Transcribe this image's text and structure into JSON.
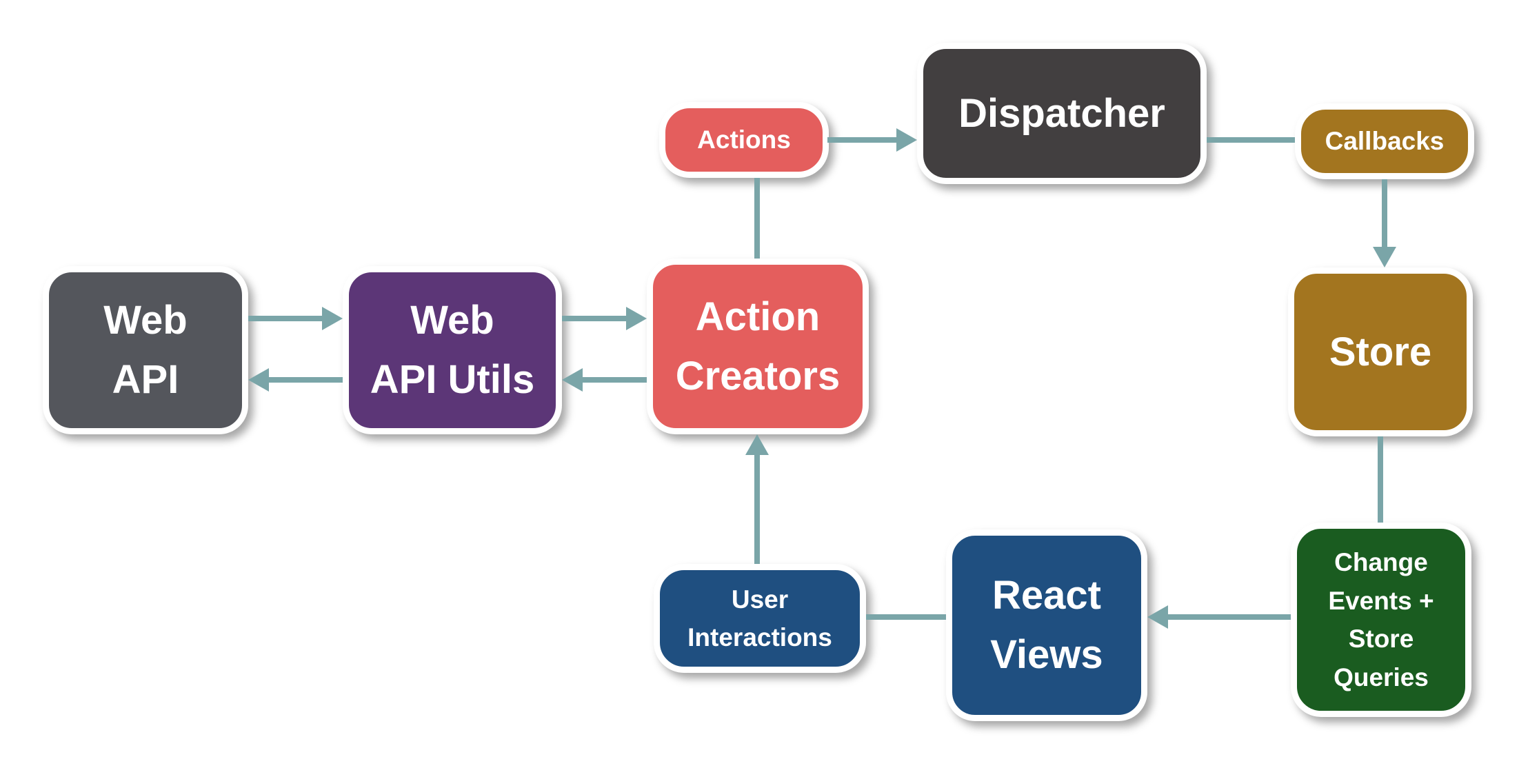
{
  "diagram": {
    "type": "flowchart",
    "background_color": "#ffffff",
    "arrow_color": "#7AA5A8",
    "node_border_color": "#ffffff",
    "node_text_color": "#ffffff",
    "nodes": {
      "web_api": {
        "label": "Web API",
        "label_lines": [
          "Web",
          "API"
        ],
        "color": "#54565C"
      },
      "web_api_utils": {
        "label": "Web API Utils",
        "label_lines": [
          "Web",
          "API Utils"
        ],
        "color": "#5C3677"
      },
      "action_creators": {
        "label": "Action Creators",
        "label_lines": [
          "Action",
          "Creators"
        ],
        "color": "#E45E5D"
      },
      "actions": {
        "label": "Actions",
        "label_lines": [
          "Actions"
        ],
        "color": "#E45E5D"
      },
      "dispatcher": {
        "label": "Dispatcher",
        "label_lines": [
          "Dispatcher"
        ],
        "color": "#423F40"
      },
      "callbacks": {
        "label": "Callbacks",
        "label_lines": [
          "Callbacks"
        ],
        "color": "#A3751F"
      },
      "store": {
        "label": "Store",
        "label_lines": [
          "Store"
        ],
        "color": "#A3751F"
      },
      "change_events": {
        "label": "Change Events + Store Queries",
        "label_lines": [
          "Change",
          "Events +",
          "Store",
          "Queries"
        ],
        "color": "#1A5C20"
      },
      "react_views": {
        "label": "React Views",
        "label_lines": [
          "React",
          "Views"
        ],
        "color": "#1F4F80"
      },
      "user_interactions": {
        "label": "User Interactions",
        "label_lines": [
          "User",
          "Interactions"
        ],
        "color": "#1F4F80"
      }
    },
    "edges": [
      {
        "from": "web_api",
        "to": "web_api_utils",
        "arrowhead": "end",
        "direction": "right"
      },
      {
        "from": "web_api_utils",
        "to": "web_api",
        "arrowhead": "end",
        "direction": "left"
      },
      {
        "from": "web_api_utils",
        "to": "action_creators",
        "arrowhead": "end",
        "direction": "right"
      },
      {
        "from": "action_creators",
        "to": "web_api_utils",
        "arrowhead": "end",
        "direction": "left"
      },
      {
        "from": "action_creators",
        "to": "actions",
        "arrowhead": "none",
        "direction": "up"
      },
      {
        "from": "actions",
        "to": "dispatcher",
        "arrowhead": "end",
        "direction": "right"
      },
      {
        "from": "dispatcher",
        "to": "callbacks",
        "arrowhead": "none",
        "direction": "right"
      },
      {
        "from": "callbacks",
        "to": "store",
        "arrowhead": "end",
        "direction": "down"
      },
      {
        "from": "store",
        "to": "change_events",
        "arrowhead": "none",
        "direction": "down"
      },
      {
        "from": "change_events",
        "to": "react_views",
        "arrowhead": "end",
        "direction": "left"
      },
      {
        "from": "react_views",
        "to": "user_interactions",
        "arrowhead": "none",
        "direction": "left"
      },
      {
        "from": "user_interactions",
        "to": "action_creators",
        "arrowhead": "end",
        "direction": "up"
      }
    ]
  }
}
